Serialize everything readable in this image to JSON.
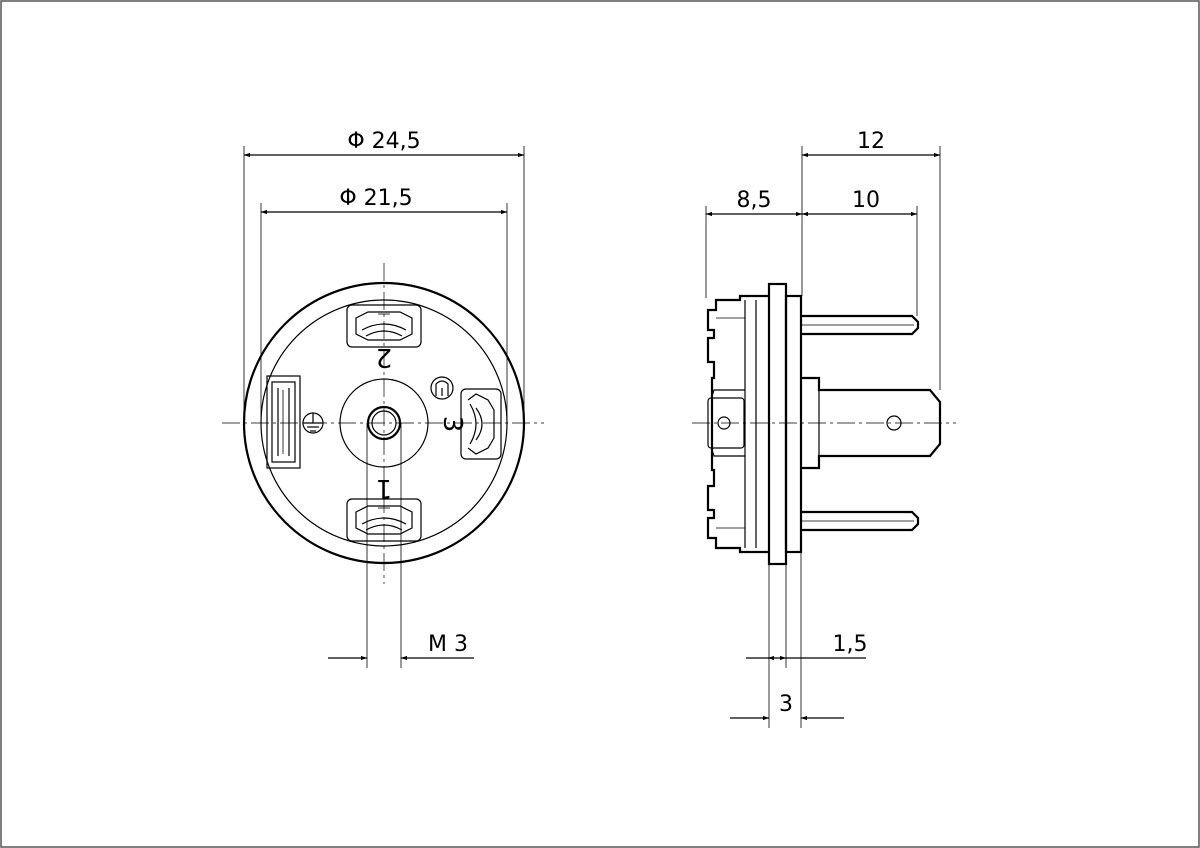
{
  "front_view": {
    "dim_outer_diameter": "Φ 24,5",
    "dim_inner_diameter": "Φ 21,5",
    "dim_thread": "M 3",
    "pin_labels": [
      "2",
      "1",
      "3"
    ]
  },
  "side_view": {
    "dim_total_length": "12",
    "dim_pin_length": "10",
    "dim_body_length": "8,5",
    "dim_flange_offset": "1,5",
    "dim_flange_width": "3"
  }
}
